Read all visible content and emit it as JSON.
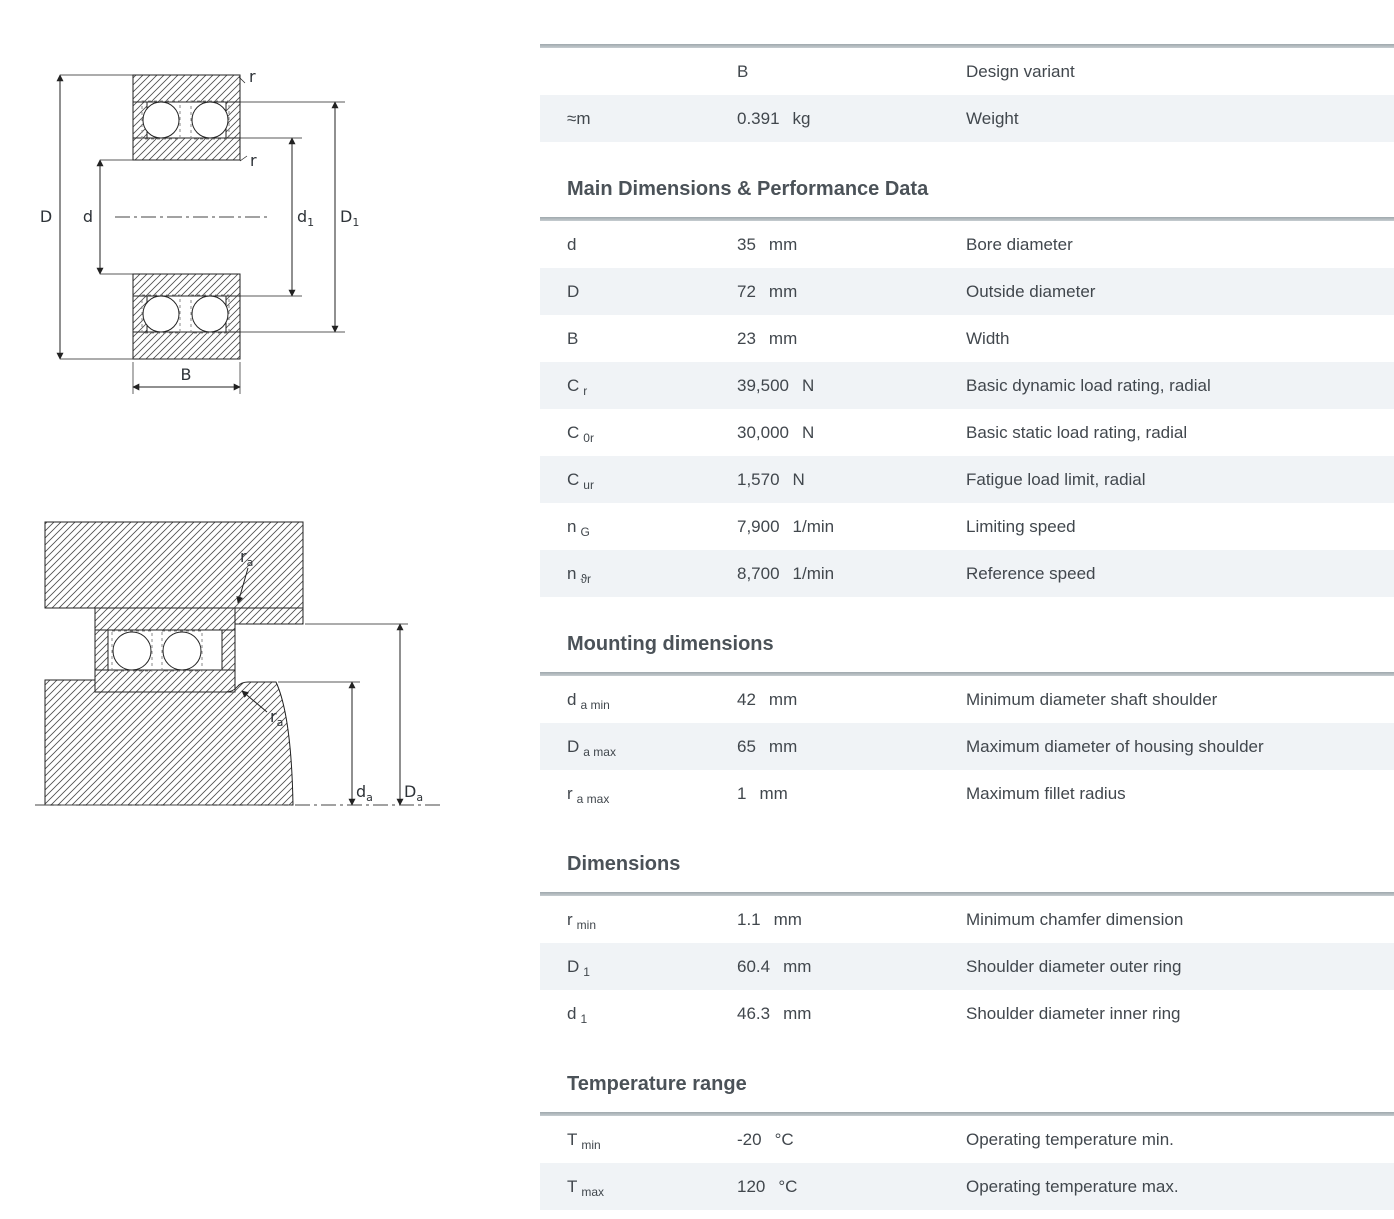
{
  "colors": {
    "row_alt_bg": "#f0f3f6",
    "section_rule": "#a7b0b5",
    "text": "#41474d"
  },
  "drawing1": {
    "labels": {
      "D": "D",
      "d": "d",
      "d1": {
        "base": "d",
        "sub": "1"
      },
      "D1": {
        "base": "D",
        "sub": "1"
      },
      "B": "B",
      "r_top": "r",
      "r_inner": "r"
    }
  },
  "drawing2": {
    "labels": {
      "ra_top": {
        "base": "r",
        "sub": "a"
      },
      "ra_bottom": {
        "base": "r",
        "sub": "a"
      },
      "da": {
        "base": "d",
        "sub": "a"
      },
      "Da": {
        "base": "D",
        "sub": "a"
      }
    }
  },
  "table": {
    "sections": [
      {
        "title": "",
        "rows": [
          {
            "sym": "",
            "sub": "",
            "value": "B",
            "unit": "",
            "desc": "Design variant"
          },
          {
            "sym": "≈m",
            "sub": "",
            "value": "0.391",
            "unit": "kg",
            "desc": "Weight"
          }
        ]
      },
      {
        "title": "Main Dimensions & Performance Data",
        "rows": [
          {
            "sym": "d",
            "sub": "",
            "value": "35",
            "unit": "mm",
            "desc": "Bore diameter"
          },
          {
            "sym": "D",
            "sub": "",
            "value": "72",
            "unit": "mm",
            "desc": "Outside diameter"
          },
          {
            "sym": "B",
            "sub": "",
            "value": "23",
            "unit": "mm",
            "desc": "Width"
          },
          {
            "sym": "C",
            "sub": "r",
            "value": "39,500",
            "unit": "N",
            "desc": "Basic dynamic load rating, radial"
          },
          {
            "sym": "C",
            "sub": "0r",
            "value": "30,000",
            "unit": "N",
            "desc": "Basic static load rating, radial"
          },
          {
            "sym": "C",
            "sub": "ur",
            "value": "1,570",
            "unit": "N",
            "desc": "Fatigue load limit, radial"
          },
          {
            "sym": "n",
            "sub": "G",
            "value": "7,900",
            "unit": "1/min",
            "desc": "Limiting speed"
          },
          {
            "sym": "n",
            "sub": "ϑr",
            "value": "8,700",
            "unit": "1/min",
            "desc": "Reference speed"
          }
        ]
      },
      {
        "title": "Mounting dimensions",
        "rows": [
          {
            "sym": "d",
            "sub": "a min",
            "value": "42",
            "unit": "mm",
            "desc": "Minimum diameter shaft shoulder"
          },
          {
            "sym": "D",
            "sub": "a max",
            "value": "65",
            "unit": "mm",
            "desc": "Maximum diameter of housing shoulder"
          },
          {
            "sym": "r",
            "sub": "a max",
            "value": "1",
            "unit": "mm",
            "desc": "Maximum fillet radius"
          }
        ]
      },
      {
        "title": "Dimensions",
        "rows": [
          {
            "sym": "r",
            "sub": "min",
            "value": "1.1",
            "unit": "mm",
            "desc": "Minimum chamfer dimension"
          },
          {
            "sym": "D",
            "sub": "1",
            "value": "60.4",
            "unit": "mm",
            "desc": "Shoulder diameter outer ring"
          },
          {
            "sym": "d",
            "sub": "1",
            "value": "46.3",
            "unit": "mm",
            "desc": "Shoulder diameter inner ring"
          }
        ]
      },
      {
        "title": "Temperature range",
        "rows": [
          {
            "sym": "T",
            "sub": "min",
            "value": "-20",
            "unit": "°C",
            "desc": "Operating temperature min."
          },
          {
            "sym": "T",
            "sub": "max",
            "value": "120",
            "unit": "°C",
            "desc": "Operating temperature max."
          }
        ]
      }
    ]
  }
}
